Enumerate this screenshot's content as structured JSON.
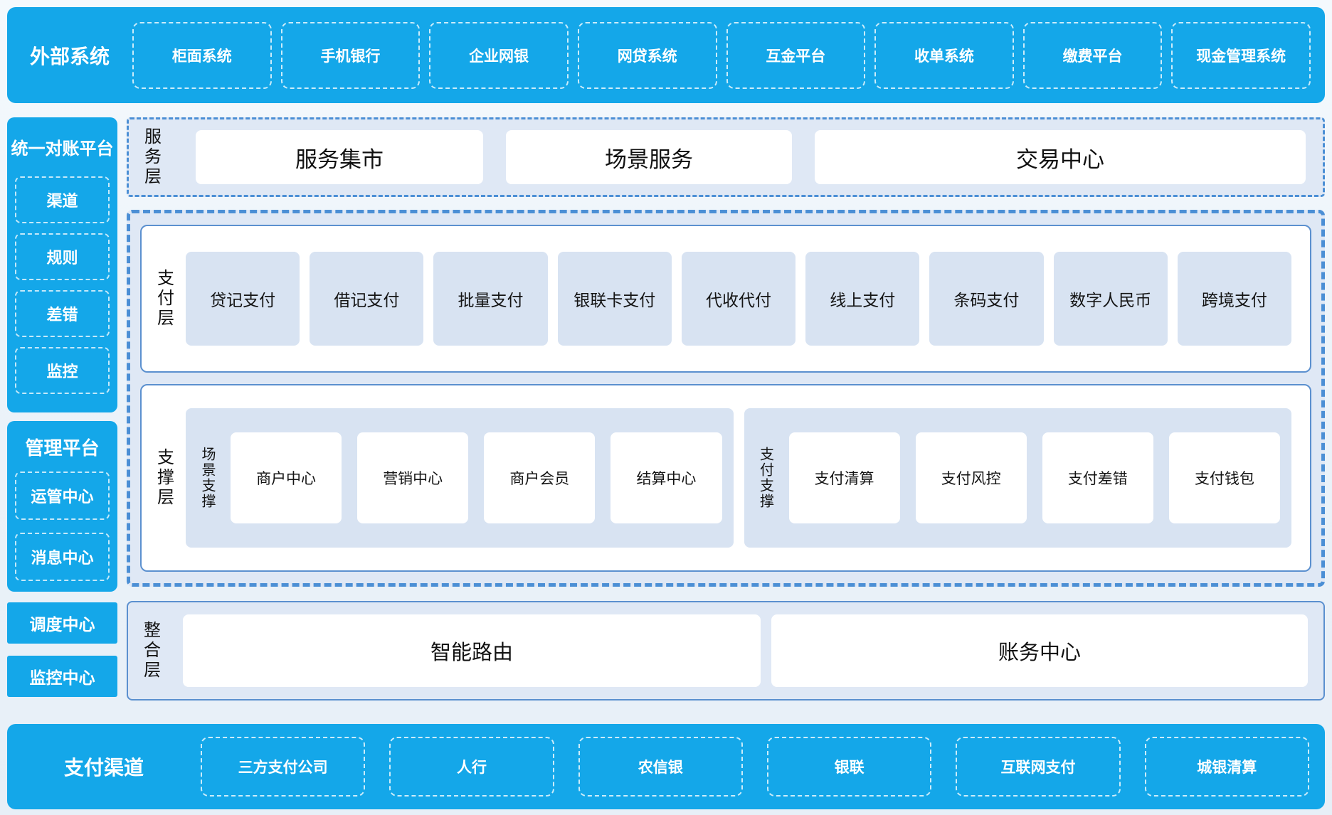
{
  "colors": {
    "accent": "#14a7e9",
    "panel_bg": "#dfe8f5",
    "item_bg": "#d8e3f2",
    "dash_border": "#4b8fd5",
    "box_border": "#5b90cf"
  },
  "external_systems": {
    "label": "外部系统",
    "items": [
      "柜面系统",
      "手机银行",
      "企业网银",
      "网贷系统",
      "互金平台",
      "收单系统",
      "缴费平台",
      "现金管理系统"
    ]
  },
  "sidebar": {
    "reconciliation": {
      "title": "统一对账平台",
      "items": [
        "渠道",
        "规则",
        "差错",
        "监控"
      ]
    },
    "management": {
      "title": "管理平台",
      "items": [
        "运管中心",
        "消息中心"
      ]
    },
    "standalone": [
      "调度中心",
      "监控中心"
    ]
  },
  "service_layer": {
    "label": "服务层",
    "items": [
      "服务集市",
      "场景服务",
      "交易中心"
    ]
  },
  "payment_layer": {
    "label": "支付层",
    "items": [
      "贷记支付",
      "借记支付",
      "批量支付",
      "银联卡支付",
      "代收代付",
      "线上支付",
      "条码支付",
      "数字人民币",
      "跨境支付"
    ]
  },
  "support_layer": {
    "label": "支撑层",
    "groups": [
      {
        "label": "场景支撑",
        "items": [
          "商户中心",
          "营销中心",
          "商户会员",
          "结算中心"
        ]
      },
      {
        "label": "支付支撑",
        "items": [
          "支付清算",
          "支付风控",
          "支付差错",
          "支付钱包"
        ]
      }
    ]
  },
  "integration_layer": {
    "label": "整合层",
    "items": [
      "智能路由",
      "账务中心"
    ]
  },
  "payment_channels": {
    "label": "支付渠道",
    "items": [
      "三方支付公司",
      "人行",
      "农信银",
      "银联",
      "互联网支付",
      "城银清算"
    ]
  }
}
